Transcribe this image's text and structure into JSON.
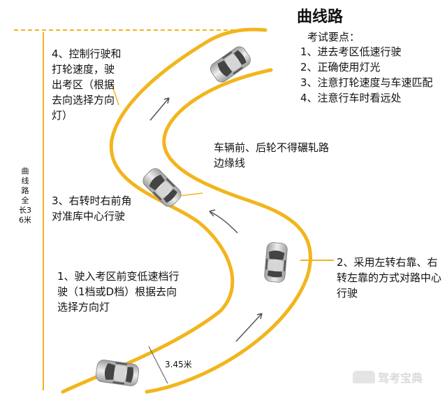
{
  "title": "曲线路",
  "requirements": {
    "heading": "考试要点：",
    "items": [
      "1、进去考区低速行驶",
      "2、正确使用灯光",
      "3、注意打轮速度与车速匹配",
      "4、注意行车时看远处"
    ]
  },
  "notes": {
    "step1": "1、驶入考区前变低速档行驶（1档或D档）根据去向选择方向灯",
    "step2": "2、采用左转右靠、右转左靠的方式对路中心行驶",
    "step3": "3、右转时右前角对准库中心行驶",
    "step4": "4、控制行驶和打轮速度，驶出考区（根据去向选择方向灯）",
    "wheel_rule": "车辆前、后轮不得碾轧路边缘线"
  },
  "dimensions": {
    "total_length": "曲线路全长36米",
    "road_width": "3.45米"
  },
  "watermark": "驾考宝典",
  "colors": {
    "road_line": "#f2b51c",
    "arrow": "#555555",
    "car_body": "#d0d0d0"
  }
}
